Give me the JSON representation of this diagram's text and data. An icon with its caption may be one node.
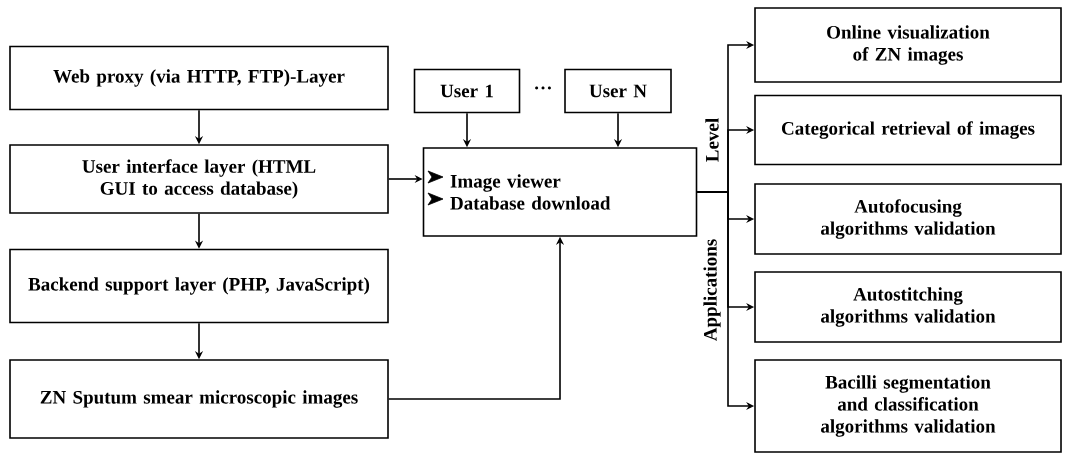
{
  "diagram": {
    "nodes": [
      {
        "text": [
          "Web proxy (via HTTP, FTP)-Layer"
        ]
      },
      {
        "text": [
          "User interface layer (HTML GUI to access database)"
        ]
      },
      {
        "text": [
          "Backend support layer (PHP, JavaScript)"
        ]
      },
      {
        "text": [
          "ZN Sputum smear microscopic images"
        ]
      },
      {
        "text": [
          "User 1"
        ]
      },
      {
        "text": [
          "User N"
        ]
      },
      {
        "text": [
          "Image viewer",
          "Database download"
        ]
      },
      {
        "text": [
          "Online visualization of ZN images"
        ]
      },
      {
        "text": [
          "Categorical retrieval of images"
        ]
      },
      {
        "text": [
          "Autofocusing algorithms validation"
        ]
      },
      {
        "text": [
          "Autostitching algorithms validation"
        ]
      },
      {
        "text": [
          "Bacilli segmentation and classification algorithms validation"
        ]
      }
    ],
    "edges": [
      {
        "from": 0,
        "to": 1,
        "arrow": "to"
      },
      {
        "from": 1,
        "to": 2,
        "arrow": "to"
      },
      {
        "from": 2,
        "to": 3,
        "arrow": "to"
      },
      {
        "from": 1,
        "to": 6,
        "arrow": "to"
      },
      {
        "from": 3,
        "to": 6,
        "arrow": "to"
      },
      {
        "from": 4,
        "to": 6,
        "arrow": "to"
      },
      {
        "from": 5,
        "to": 6,
        "arrow": "to"
      },
      {
        "from": 6,
        "to": 7,
        "arrow": "to"
      },
      {
        "from": 6,
        "to": 8,
        "arrow": "to"
      },
      {
        "from": 6,
        "to": 9,
        "arrow": "to"
      },
      {
        "from": 6,
        "to": 10,
        "arrow": "to"
      },
      {
        "from": 6,
        "to": 11,
        "arrow": "to"
      }
    ],
    "labels": [
      "…",
      "Applications",
      "Level"
    ]
  }
}
